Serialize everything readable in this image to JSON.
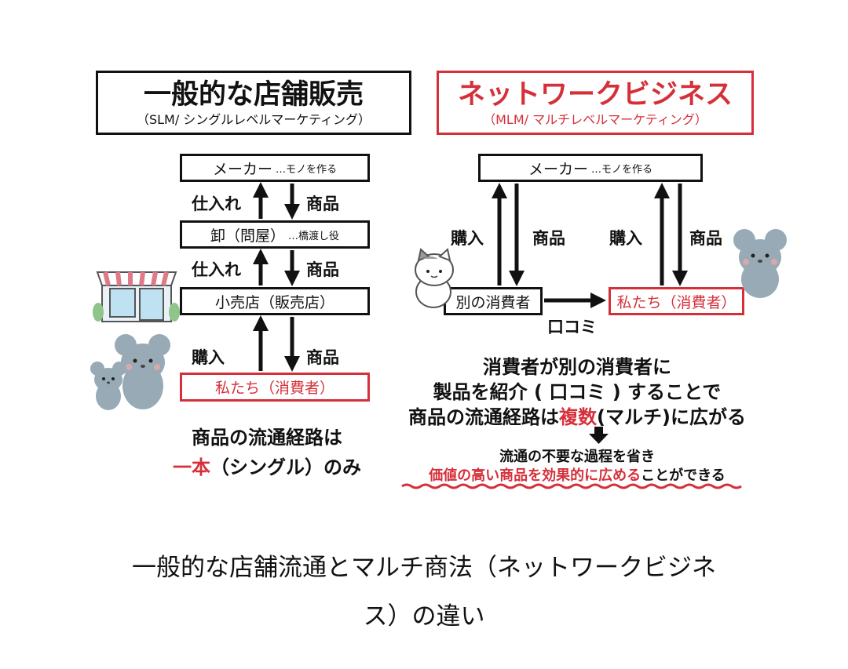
{
  "left": {
    "title": "一般的な店舗販売",
    "subtitle": "（SLM/ シングルレベルマーケティング）",
    "maker": "メーカー",
    "maker_note": "…モノを作る",
    "wholesale": "卸（問屋）",
    "wholesale_note": "…橋渡し役",
    "retailer": "小売店（販売店）",
    "us": "私たち（消費者）",
    "shiire1": "仕入れ",
    "shouhin1": "商品",
    "shiire2": "仕入れ",
    "shouhin2": "商品",
    "kounyu": "購入",
    "shouhin3": "商品",
    "summary_line1": "商品の流通経路は",
    "summary_red": "一本",
    "summary_rest": "（シングル）のみ"
  },
  "right": {
    "title": "ネットワークビジネス",
    "subtitle": "（MLM/ マルチレベルマーケティング）",
    "maker": "メーカー",
    "maker_note": "…モノを作る",
    "other": "別の消費者",
    "us": "私たち（消費者）",
    "kounyu_a": "購入",
    "shouhin_a": "商品",
    "kounyu_b": "購入",
    "shouhin_b": "商品",
    "kuchikomi": "口コミ",
    "exp_line1": "消費者が別の消費者に",
    "exp_line2": "製品を紹介 ( 口コミ ) することで",
    "exp_line3_a": "商品の流通経路は",
    "exp_line3_red": "複数",
    "exp_line3_b": "(マルチ)に広がる",
    "con_line1": "流通の不要な過程を省き",
    "con_line2_red": "価値の高い商品を効果的に広める",
    "con_line2_b": "ことができる"
  },
  "caption_line1": "一般的な店舗流通とマルチ商法（ネットワークビジネ",
  "caption_line2": "ス）の違い",
  "colors": {
    "accent_red": "#d5303a",
    "ink": "#111111",
    "mouse_gray": "#98aab6"
  }
}
